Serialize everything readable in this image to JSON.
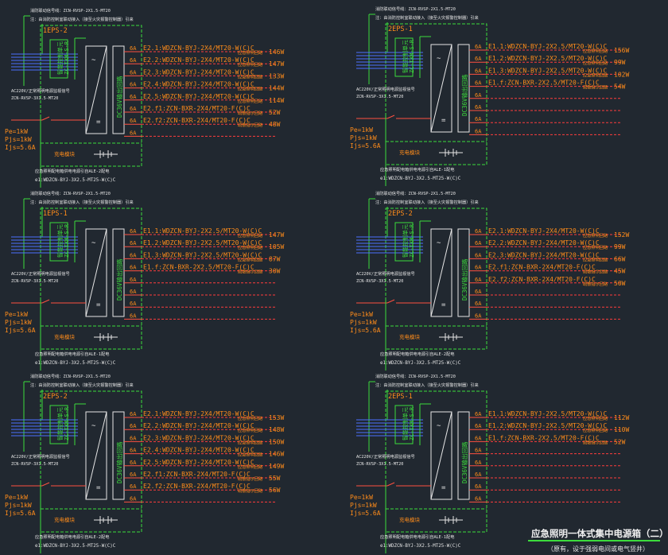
{
  "colors": {
    "background": "#212830",
    "panel_border": "#3cdc3c",
    "circuit_text": "#ff8c1a",
    "breaker": "#ff5040",
    "feeder": "#ff3c3c",
    "note_text": "#e6e6e6",
    "input_line": "#4a70ff",
    "green_text": "#3cdc3c",
    "title": "#f0f0f0",
    "title_underline": "#3cdc3c"
  },
  "panels": [
    {
      "pos": "left-1",
      "id": "1EPS-2",
      "cable_note": "消防联动信号线：ZCN-RVSP-2X1.5-MT20",
      "fire_note": "注：由消防控制室联动接入（接至火灾报警控制器）引来",
      "ac_label": "AC220V/正常照明电源监视信号",
      "ac_cable": "ZCN-RVSP-3X1.5-MT20",
      "module_label": "智能控制单元\nZC-TXM-S-R",
      "dc_label": "DC36V输出回路",
      "charge_label": "充电模块",
      "pe": "Pe=1kW",
      "pjs": "Pjs=1kW",
      "ijs": "Ijs=5.6A",
      "supply_note": "应急照明配电箱供电电源引自ALE-2配电",
      "supply_cable": "e1:WDZCN-BYJ-3X2.5-MT25-W(C)C",
      "circuits": [
        {
          "fuse": "6A",
          "label": "E2.1:WDZCN-BYJ-2X4/MT20-W(C)C",
          "note": "应急照明回路",
          "power": "146W"
        },
        {
          "fuse": "6A",
          "label": "E2.2:WDZCN-BYJ-2X4/MT20-W(C)C",
          "note": "应急照明回路",
          "power": "147W"
        },
        {
          "fuse": "6A",
          "label": "E2.3:WDZCN-BYJ-2X4/MT20-W(C)C",
          "note": "应急照明回路",
          "power": "133W"
        },
        {
          "fuse": "6A",
          "label": "E2.4:WDZCN-BYJ-2X4/MT20-W(C)C",
          "note": "应急照明回路",
          "power": "144W"
        },
        {
          "fuse": "6A",
          "label": "E2.5:WDZCN-BYJ-2X4/MT20-W(C)C",
          "note": "应急照明回路",
          "power": "114W"
        },
        {
          "fuse": "6A",
          "label": "E2.f1:ZCN-BXR-2X4/MT20-F(C)C",
          "note": "疏散指示回路",
          "power": "52W"
        },
        {
          "fuse": "6A",
          "label": "E2.f2:ZCN-BXR-2X4/MT20-F(C)C",
          "note": "疏散指示回路",
          "power": "48W"
        },
        {
          "fuse": "6A",
          "label": "",
          "note": "",
          "power": ""
        }
      ]
    },
    {
      "pos": "right-1",
      "id": "2EPS-1",
      "cable_note": "消防联动信号线：ZCN-RVSP-2X1.5-MT20",
      "fire_note": "注：由消防控制室联动接入（接至火灾报警控制器）引来",
      "ac_label": "AC220V/正常照明电源监视信号",
      "ac_cable": "ZCN-RVSP-3X1.5-MT20",
      "module_label": "智能控制单元\nZC-TXM-S-R",
      "dc_label": "DC36V输出回路",
      "charge_label": "充电模块",
      "pe": "Pe=1kW",
      "pjs": "Pjs=1kW",
      "ijs": "Ijs=5.6A",
      "supply_note": "应急照明配电箱供电电源引自ALE-1配电",
      "supply_cable": "e1:WDZCN-BYJ-3X2.5-MT25-W(C)C",
      "circuits": [
        {
          "fuse": "6A",
          "label": "E1.1:WDZCN-BYJ-2X2.5/MT20-W(C)C",
          "note": "应急照明回路",
          "power": "156W"
        },
        {
          "fuse": "6A",
          "label": "E1.2:WDZCN-BYJ-2X2.5/MT20-W(C)C",
          "note": "应急照明回路",
          "power": "99W"
        },
        {
          "fuse": "6A",
          "label": "E1.3:WDZCN-BYJ-2X2.5/MT20-W(C)C",
          "note": "应急照明回路",
          "power": "102W"
        },
        {
          "fuse": "6A",
          "label": "E1.f:ZCN-BXR-2X2.5/MT20-F(C)C",
          "note": "疏散指示回路",
          "power": "54W"
        },
        {
          "fuse": "6A",
          "label": "",
          "note": "",
          "power": ""
        },
        {
          "fuse": "6A",
          "label": "",
          "note": "",
          "power": ""
        },
        {
          "fuse": "6A",
          "label": "",
          "note": "",
          "power": ""
        },
        {
          "fuse": "6A",
          "label": "",
          "note": "",
          "power": ""
        }
      ]
    },
    {
      "pos": "left-2",
      "id": "1EPS-1",
      "cable_note": "消防联动信号线：ZCN-RVSP-2X1.5-MT20",
      "fire_note": "注：由消防控制室联动接入（接至火灾报警控制器）引来",
      "ac_label": "AC220V/正常照明电源监视信号",
      "ac_cable": "ZCN-RVSP-3X1.5-MT20",
      "module_label": "智能控制单元\nZC-TXM-S-R",
      "dc_label": "DC36V输出回路",
      "charge_label": "充电模块",
      "pe": "Pe=1kW",
      "pjs": "Pjs=1kW",
      "ijs": "Ijs=5.6A",
      "supply_note": "应急照明配电箱供电电源引自ALE-1配电",
      "supply_cable": "e1:WDZCN-BYJ-3X2.5-MT25-W(C)C",
      "circuits": [
        {
          "fuse": "6A",
          "label": "E1.1:WDZCN-BYJ-2X2.5/MT20-W(C)C",
          "note": "应急照明回路",
          "power": "147W"
        },
        {
          "fuse": "6A",
          "label": "E1.2:WDZCN-BYJ-2X2.5/MT20-W(C)C",
          "note": "应急照明回路",
          "power": "105W"
        },
        {
          "fuse": "6A",
          "label": "E1.3:WDZCN-BYJ-2X2.5/MT20-W(C)C",
          "note": "应急照明回路",
          "power": "87W"
        },
        {
          "fuse": "6A",
          "label": "E1.f:ZCN-BXR-2X2.5/MT20-F(C)C",
          "note": "疏散指示回路",
          "power": "30W"
        },
        {
          "fuse": "6A",
          "label": "",
          "note": "",
          "power": ""
        },
        {
          "fuse": "6A",
          "label": "",
          "note": "",
          "power": ""
        },
        {
          "fuse": "6A",
          "label": "",
          "note": "",
          "power": ""
        },
        {
          "fuse": "6A",
          "label": "",
          "note": "",
          "power": ""
        }
      ]
    },
    {
      "pos": "right-2",
      "id": "2EPS-2",
      "cable_note": "消防联动信号线：ZCN-RVSP-2X1.5-MT20",
      "fire_note": "注：由消防控制室联动接入（接至火灾报警控制器）引来",
      "ac_label": "AC220V/正常照明电源监视信号",
      "ac_cable": "ZCN-RVSP-3X1.5-MT20",
      "module_label": "智能控制单元\nZC-TXM-S-R",
      "dc_label": "DC36V输出回路",
      "charge_label": "充电模块",
      "pe": "Pe=1kW",
      "pjs": "Pjs=1kW",
      "ijs": "Ijs=5.6A",
      "supply_note": "应急照明配电箱供电电源引自ALE-2配电",
      "supply_cable": "e1:WDZCN-BYJ-3X2.5-MT25-W(C)C",
      "circuits": [
        {
          "fuse": "6A",
          "label": "E2.1:WDZCN-BYJ-2X4/MT20-W(C)C",
          "note": "应急照明回路",
          "power": "152W"
        },
        {
          "fuse": "6A",
          "label": "E2.2:WDZCN-BYJ-2X4/MT20-W(C)C",
          "note": "应急照明回路",
          "power": "99W"
        },
        {
          "fuse": "6A",
          "label": "E2.3:WDZCN-BYJ-2X4/MT20-W(C)C",
          "note": "应急照明回路",
          "power": "66W"
        },
        {
          "fuse": "6A",
          "label": "E2.f1:ZCN-BXR-2X4/MT20-F(C)C",
          "note": "疏散指示回路",
          "power": "45W"
        },
        {
          "fuse": "6A",
          "label": "E2.f2:ZCN-BXR-2X4/MT20-F(C)C",
          "note": "疏散指示回路",
          "power": "50W"
        },
        {
          "fuse": "6A",
          "label": "",
          "note": "",
          "power": ""
        },
        {
          "fuse": "6A",
          "label": "",
          "note": "",
          "power": ""
        },
        {
          "fuse": "6A",
          "label": "",
          "note": "",
          "power": ""
        }
      ]
    },
    {
      "pos": "left-3",
      "id": "2EPS-2",
      "cable_note": "消防联动信号线：ZCN-RVSP-2X1.5-MT20",
      "fire_note": "注：由消防控制室联动接入（接至火灾报警控制器）引来",
      "ac_label": "AC220V/正常照明电源监视信号",
      "ac_cable": "ZCN-RVSP-3X1.5-MT20",
      "module_label": "智能控制单元\nZC-TXM-S-R",
      "dc_label": "DC36V输出回路",
      "charge_label": "充电模块",
      "pe": "Pe=1kW",
      "pjs": "Pjs=1kW",
      "ijs": "Ijs=5.6A",
      "supply_note": "应急照明配电箱供电电源引自ALE-2配电",
      "supply_cable": "e1:WDZCN-BYJ-3X2.5-MT25-W(C)C",
      "circuits": [
        {
          "fuse": "6A",
          "label": "E2.1:WDZCN-BYJ-2X4/MT20-W(C)C",
          "note": "应急照明回路",
          "power": "153W"
        },
        {
          "fuse": "6A",
          "label": "E2.2:WDZCN-BYJ-2X4/MT20-W(C)C",
          "note": "应急照明回路",
          "power": "148W"
        },
        {
          "fuse": "6A",
          "label": "E2.3:WDZCN-BYJ-2X4/MT20-W(C)C",
          "note": "应急照明回路",
          "power": "150W"
        },
        {
          "fuse": "6A",
          "label": "E2.4:WDZCN-BYJ-2X4/MT20-W(C)C",
          "note": "应急照明回路",
          "power": "146W"
        },
        {
          "fuse": "6A",
          "label": "E2.5:WDZCN-BYJ-2X4/MT20-W(C)C",
          "note": "应急照明回路",
          "power": "149W"
        },
        {
          "fuse": "6A",
          "label": "E2.f1:ZCN-BXR-2X4/MT20-F(C)C",
          "note": "疏散指示回路",
          "power": "55W"
        },
        {
          "fuse": "6A",
          "label": "E2.f2:ZCN-BXR-2X4/MT20-F(C)C",
          "note": "疏散指示回路",
          "power": "56W"
        },
        {
          "fuse": "6A",
          "label": "",
          "note": "",
          "power": ""
        }
      ]
    },
    {
      "pos": "right-3",
      "id": "2EPS-1",
      "cable_note": "消防联动信号线：ZCN-RVSP-2X1.5-MT20",
      "fire_note": "注：由消防控制室联动接入（接至火灾报警控制器）引来",
      "ac_label": "AC220V/正常照明电源监视信号",
      "ac_cable": "ZCN-RVSP-3X1.5-MT20",
      "module_label": "智能控制单元\nZC-TXM-S-R",
      "dc_label": "DC36V输出回路",
      "charge_label": "充电模块",
      "pe": "Pe=1kW",
      "pjs": "Pjs=1kW",
      "ijs": "Ijs=5.6A",
      "supply_note": "应急照明配电箱供电电源引自ALE-1配电",
      "supply_cable": "e1:WDZCN-BYJ-3X2.5-MT25-W(C)C",
      "circuits": [
        {
          "fuse": "6A",
          "label": "E1.1:WDZCN-BYJ-2X2.5/MT20-W(C)C",
          "note": "应急照明回路",
          "power": "112W"
        },
        {
          "fuse": "6A",
          "label": "E1.2:WDZCN-BYJ-2X2.5/MT20-W(C)C",
          "note": "应急照明回路",
          "power": "110W"
        },
        {
          "fuse": "6A",
          "label": "E1.f:ZCN-BXR-2X2.5/MT20-F(C)C",
          "note": "疏散指示回路",
          "power": "52W"
        },
        {
          "fuse": "6A",
          "label": "",
          "note": "",
          "power": ""
        },
        {
          "fuse": "6A",
          "label": "",
          "note": "",
          "power": ""
        },
        {
          "fuse": "6A",
          "label": "",
          "note": "",
          "power": ""
        },
        {
          "fuse": "6A",
          "label": "",
          "note": "",
          "power": ""
        },
        {
          "fuse": "6A",
          "label": "",
          "note": "",
          "power": ""
        }
      ]
    }
  ],
  "title": {
    "main": "应急照明一体式集中电源箱（二）",
    "sub": "（原有，设于强弱电间或电气竖井）"
  }
}
